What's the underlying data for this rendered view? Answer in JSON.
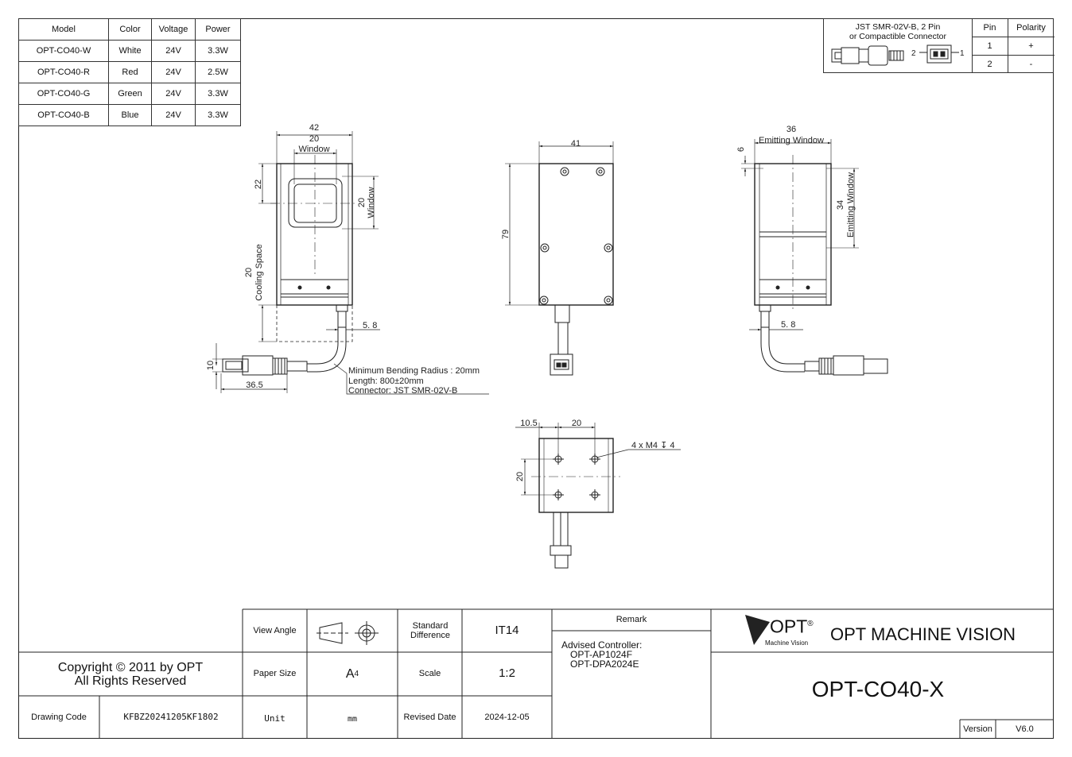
{
  "spec_table": {
    "headers": [
      "Model",
      "Color",
      "Voltage",
      "Power"
    ],
    "rows": [
      [
        "OPT-CO40-W",
        "White",
        "24V",
        "3.3W"
      ],
      [
        "OPT-CO40-R",
        "Red",
        "24V",
        "2.5W"
      ],
      [
        "OPT-CO40-G",
        "Green",
        "24V",
        "3.3W"
      ],
      [
        "OPT-CO40-B",
        "Blue",
        "24V",
        "3.3W"
      ]
    ]
  },
  "connector_table": {
    "title_line1": "JST SMR-02V-B, 2 Pin",
    "title_line2": "or Compactible Connector",
    "pin_header": "Pin",
    "polarity_header": "Polarity",
    "pins": [
      {
        "pin": "1",
        "polarity": "+"
      },
      {
        "pin": "2",
        "polarity": "-"
      }
    ],
    "pin_label_left": "2",
    "pin_label_right": "1"
  },
  "drawing": {
    "front": {
      "width": "42",
      "window_width": "20",
      "window_label": "Window",
      "window_offset": "22",
      "window_height": "20",
      "cooling": "20",
      "cooling_label": "Cooling Space",
      "cable_offset": "5. 8",
      "connector_height": "10",
      "connector_length": "36.5",
      "note_bending": "Minimum Bending Radius : 20mm",
      "note_length": "Length: 800±20mm",
      "note_connector": "Connector: JST SMR-02V-B"
    },
    "back": {
      "width": "41",
      "height": "79"
    },
    "side": {
      "width": "36",
      "emitting_label": "Emitting Window",
      "top_offset": "6",
      "emitting_height": "34",
      "cable_offset": "5. 8"
    },
    "bottom": {
      "offset": "10.5",
      "hole_spacing_x": "20",
      "hole_spacing_y": "20",
      "hole_callout": "4 x M4 ↧ 4"
    }
  },
  "title_block": {
    "view_angle_label": "View Angle",
    "standard_difference_label": "Standard Difference",
    "standard_difference_value": "IT14",
    "paper_size_label": "Paper Size",
    "paper_size_value": "A",
    "paper_size_sub": "4",
    "scale_label": "Scale",
    "scale_value": "1:2",
    "unit_label": "Unit",
    "unit_value": "mm",
    "revised_date_label": "Revised Date",
    "revised_date_value": "2024-12-05",
    "remark_label": "Remark",
    "remark_lines": [
      "Advised Controller:",
      "OPT-AP1024F",
      "OPT-DPA2024E"
    ],
    "copyright_line1": "Copyright © 2011 by OPT",
    "copyright_line2": "All Rights Reserved",
    "drawing_code_label": "Drawing Code",
    "drawing_code_value": "KFBZ20241205KF1802",
    "logo_text": "OPT",
    "logo_registered": "®",
    "logo_sub": "Machine Vision",
    "company_name": "OPT MACHINE VISION",
    "product_name": "OPT-CO40-X",
    "version_label": "Version",
    "version_value": "V6.0"
  }
}
